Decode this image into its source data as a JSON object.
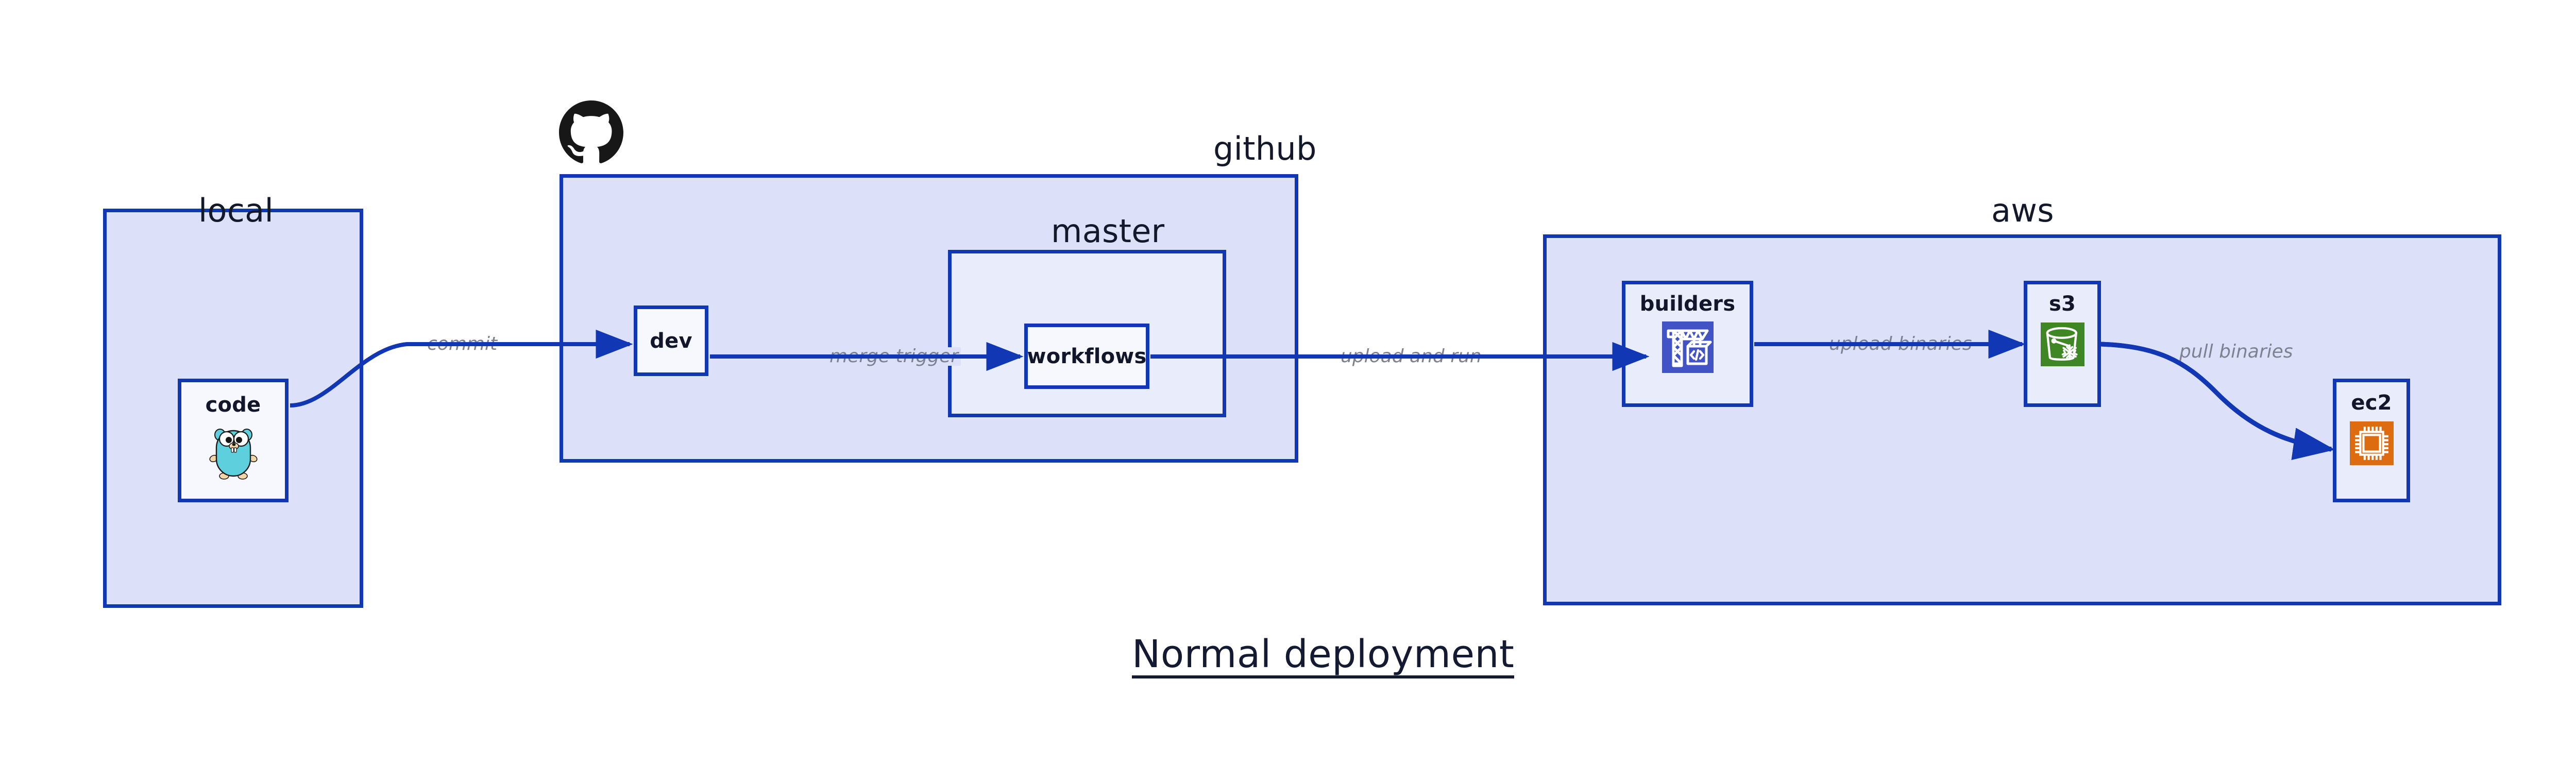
{
  "diagram": {
    "title": "Normal deployment",
    "colors": {
      "group_fill": "#dce1f9",
      "group_stroke": "#1137b4",
      "node_fill": "#e9edfb",
      "node_fill_light": "#f6f8fe",
      "edge_stroke": "#1137b4",
      "edge_label": "#7d8190",
      "text": "#12162a",
      "codebuild_icon": "#4253c5",
      "s3_glacier_icon": "#3f8624",
      "ec2_icon": "#dd6b10",
      "gopher": "#5ecfdd",
      "github_logo": "#181717"
    },
    "groups": [
      {
        "id": "local",
        "label": "local"
      },
      {
        "id": "github",
        "label": "github"
      },
      {
        "id": "master",
        "label": "master"
      },
      {
        "id": "aws",
        "label": "aws"
      }
    ],
    "nodes": [
      {
        "id": "code",
        "label": "code",
        "icon": "go-gopher-icon",
        "group": "local"
      },
      {
        "id": "dev",
        "label": "dev",
        "icon": null,
        "group": "github"
      },
      {
        "id": "workflows",
        "label": "workflows",
        "icon": null,
        "group": "master"
      },
      {
        "id": "builders",
        "label": "builders",
        "icon": "aws-codebuild-icon",
        "group": "aws"
      },
      {
        "id": "s3",
        "label": "s3",
        "icon": "aws-s3-glacier-icon",
        "group": "aws"
      },
      {
        "id": "ec2",
        "label": "ec2",
        "icon": "aws-ec2-icon",
        "group": "aws"
      }
    ],
    "edges": [
      {
        "id": "commit",
        "from": "code",
        "to": "dev",
        "label": "commit"
      },
      {
        "id": "merge-trigger",
        "from": "dev",
        "to": "workflows",
        "label": "merge trigger"
      },
      {
        "id": "upload-and-run",
        "from": "workflows",
        "to": "builders",
        "label": "upload and run"
      },
      {
        "id": "upload-binaries",
        "from": "builders",
        "to": "s3",
        "label": "upload binaries"
      },
      {
        "id": "pull-binaries",
        "from": "s3",
        "to": "ec2",
        "label": "pull binaries"
      }
    ],
    "brand_marks": [
      {
        "id": "github-logo",
        "icon": "github-mark-icon",
        "near_group": "github"
      }
    ]
  }
}
